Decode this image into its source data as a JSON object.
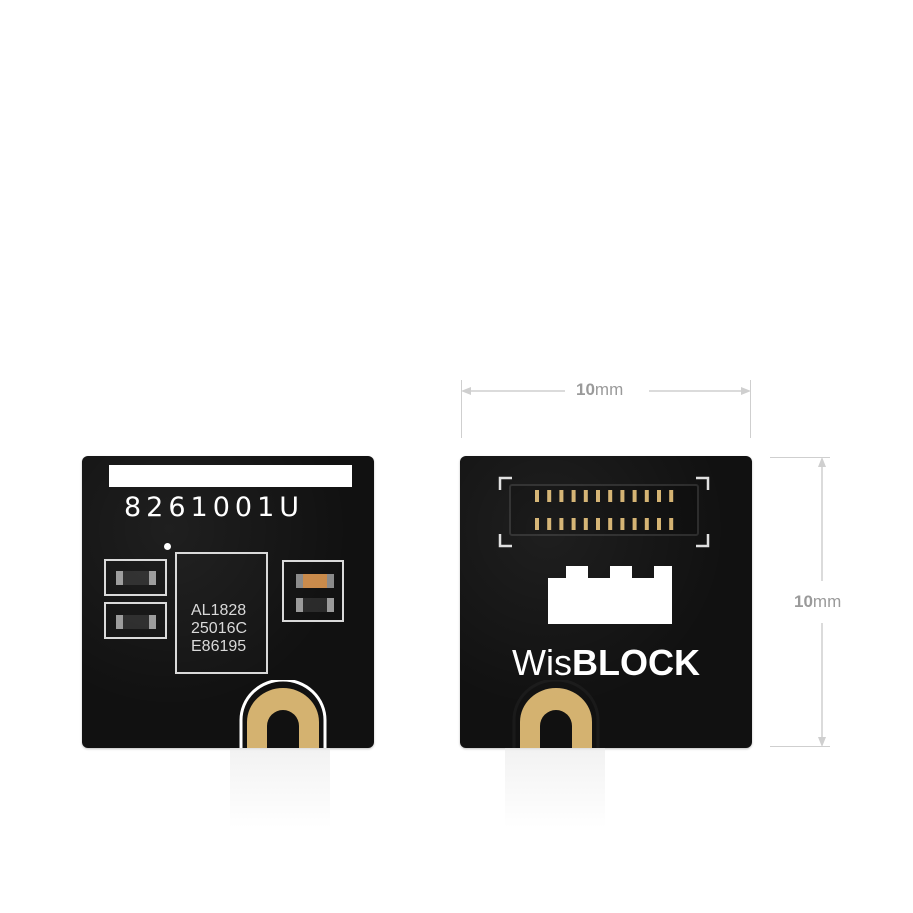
{
  "front_board": {
    "serial": "8261001U",
    "chip_marking": [
      "AL1828",
      "25016C",
      "E86195"
    ]
  },
  "back_board": {
    "brand_light": "Wis",
    "brand_bold": "BLOCK"
  },
  "dimensions": {
    "width_value": "10",
    "width_unit": "mm",
    "height_value": "10",
    "height_unit": "mm"
  },
  "colors": {
    "board": "#111111",
    "gold_pad": "#d4b270",
    "silkscreen": "#ffffff",
    "dimension": "#9a9a9a"
  }
}
